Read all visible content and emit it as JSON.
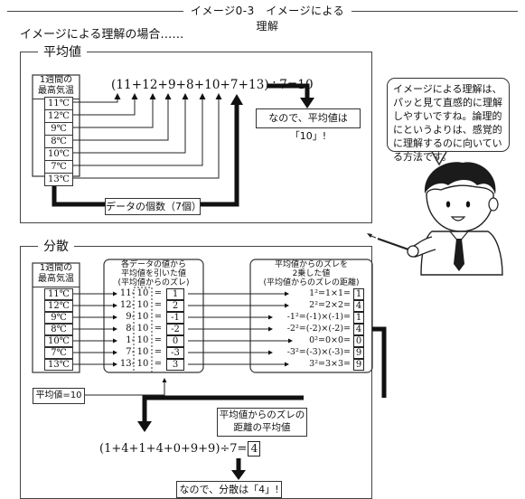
{
  "header": {
    "title": "イメージ0-3　イメージによる理解"
  },
  "intro": "イメージによる理解の場合……",
  "mean_panel": {
    "label": "平均値",
    "data_label": "1週間の\n最高気温",
    "temps": [
      "11℃",
      "12℃",
      "9℃",
      "8℃",
      "10℃",
      "7℃",
      "13℃"
    ],
    "formula": "(11+12+9+8+10+7+13)÷7=10",
    "result": "なので、平均値は「10」!",
    "count_label": "データの個数（7個）"
  },
  "speech": "イメージによる理解は、パッと見て直感的に理解しやすいですね。論理的にというよりは、感覚的に理解するのに向いている方法です。",
  "var_panel": {
    "label": "分散",
    "data_label": "1週間の\n最高気温",
    "temps": [
      "11℃",
      "12℃",
      "9℃",
      "8℃",
      "10℃",
      "7℃",
      "13℃"
    ],
    "dev_header": "各データの値から\n平均値を引いた値\n(平均値からのズレ)",
    "dev_rows": [
      {
        "lhs": "11-",
        "mean": "10",
        "eq": "=",
        "dev": "1"
      },
      {
        "lhs": "12-",
        "mean": "10",
        "eq": "=",
        "dev": "2"
      },
      {
        "lhs": "9-",
        "mean": "10",
        "eq": "=",
        "dev": "-1"
      },
      {
        "lhs": "8-",
        "mean": "10",
        "eq": "=",
        "dev": "-2"
      },
      {
        "lhs": "1-",
        "mean": "10",
        "eq": "=",
        "dev": "0"
      },
      {
        "lhs": "7-",
        "mean": "10",
        "eq": "=",
        "dev": "-3"
      },
      {
        "lhs": "13-",
        "mean": "10",
        "eq": "=",
        "dev": "3"
      }
    ],
    "sq_header": "平均値からのズレを\n2乗した値\n(平均値からのズレの距離)",
    "sq_rows": [
      {
        "expr": "1²=1×1=",
        "val": "1"
      },
      {
        "expr": "2²=2×2=",
        "val": "4"
      },
      {
        "expr": "-1²=(-1)×(-1)=",
        "val": "1"
      },
      {
        "expr": "-2²=(-2)×(-2)=",
        "val": "4"
      },
      {
        "expr": "0²=0×0=",
        "val": "0"
      },
      {
        "expr": "-3²=(-3)×(-3)=",
        "val": "9"
      },
      {
        "expr": "3²=3×3=",
        "val": "9"
      }
    ],
    "mean_label": "平均値=10",
    "avg_label": "平均値からのズレの\n距離の平均値",
    "formula": "(1+4+1+4+0+9+9)÷7=",
    "formula_result": "4",
    "result": "なので、分散は「4」!"
  }
}
